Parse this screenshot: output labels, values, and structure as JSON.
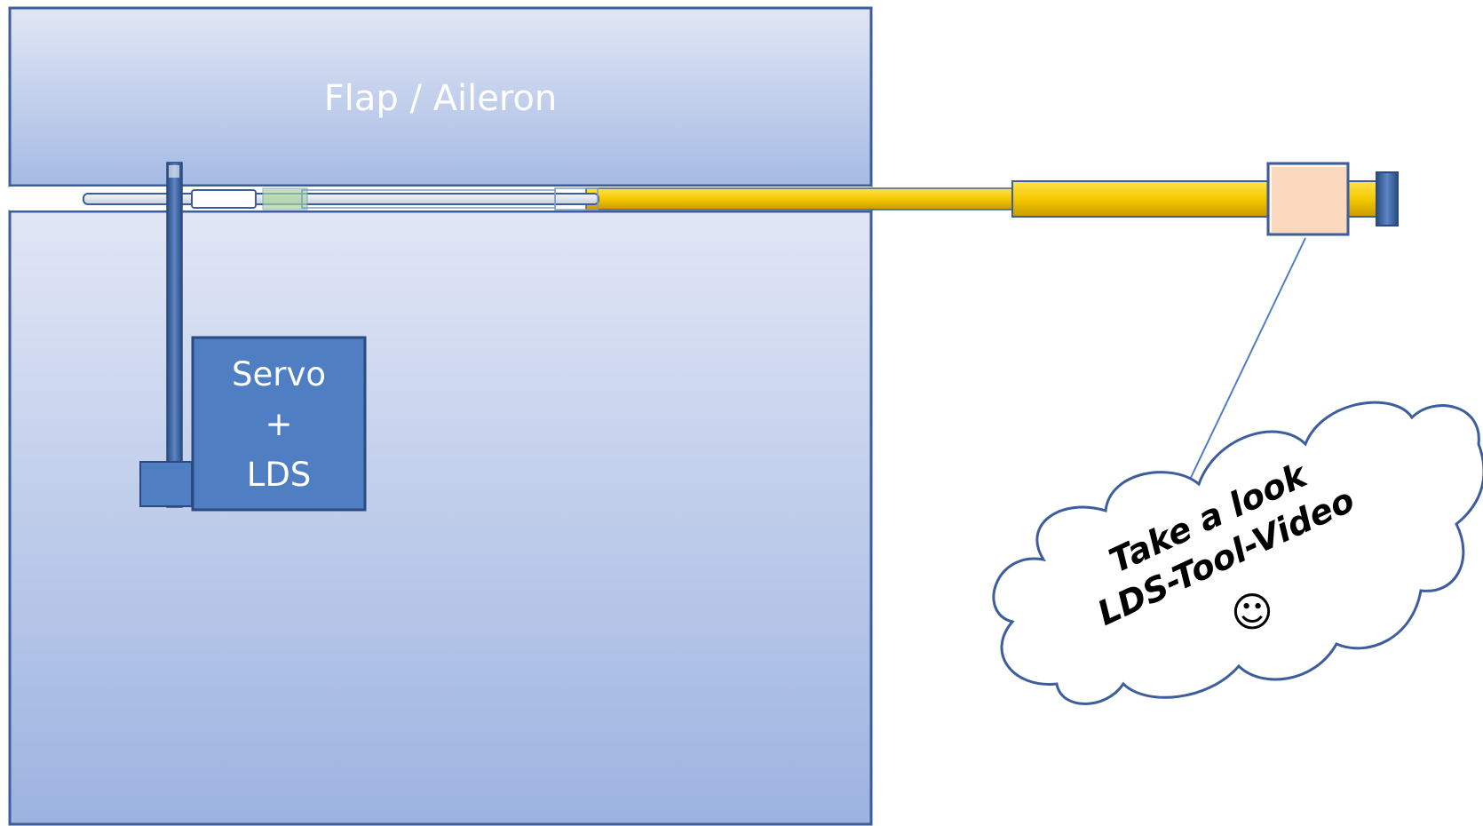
{
  "flap": {
    "label": "Flap / Aileron"
  },
  "servo": {
    "line1": "Servo",
    "line2": "+",
    "line3": "LDS"
  },
  "callout": {
    "line1": "Take a look",
    "line2": "LDS-Tool-Video",
    "smiley": "☺"
  },
  "colors": {
    "panel_fill_top": "#dfe4f4",
    "panel_fill_bottom": "#9db4e0",
    "panel_border": "#3d5e9c",
    "servo_fill": "#4f7fc2",
    "pushrod_yellow": "#f5c800",
    "tool_block": "#fad9bf",
    "cloud_border": "#3d5e9c"
  },
  "icons": {
    "smiley": "smiley-icon"
  }
}
